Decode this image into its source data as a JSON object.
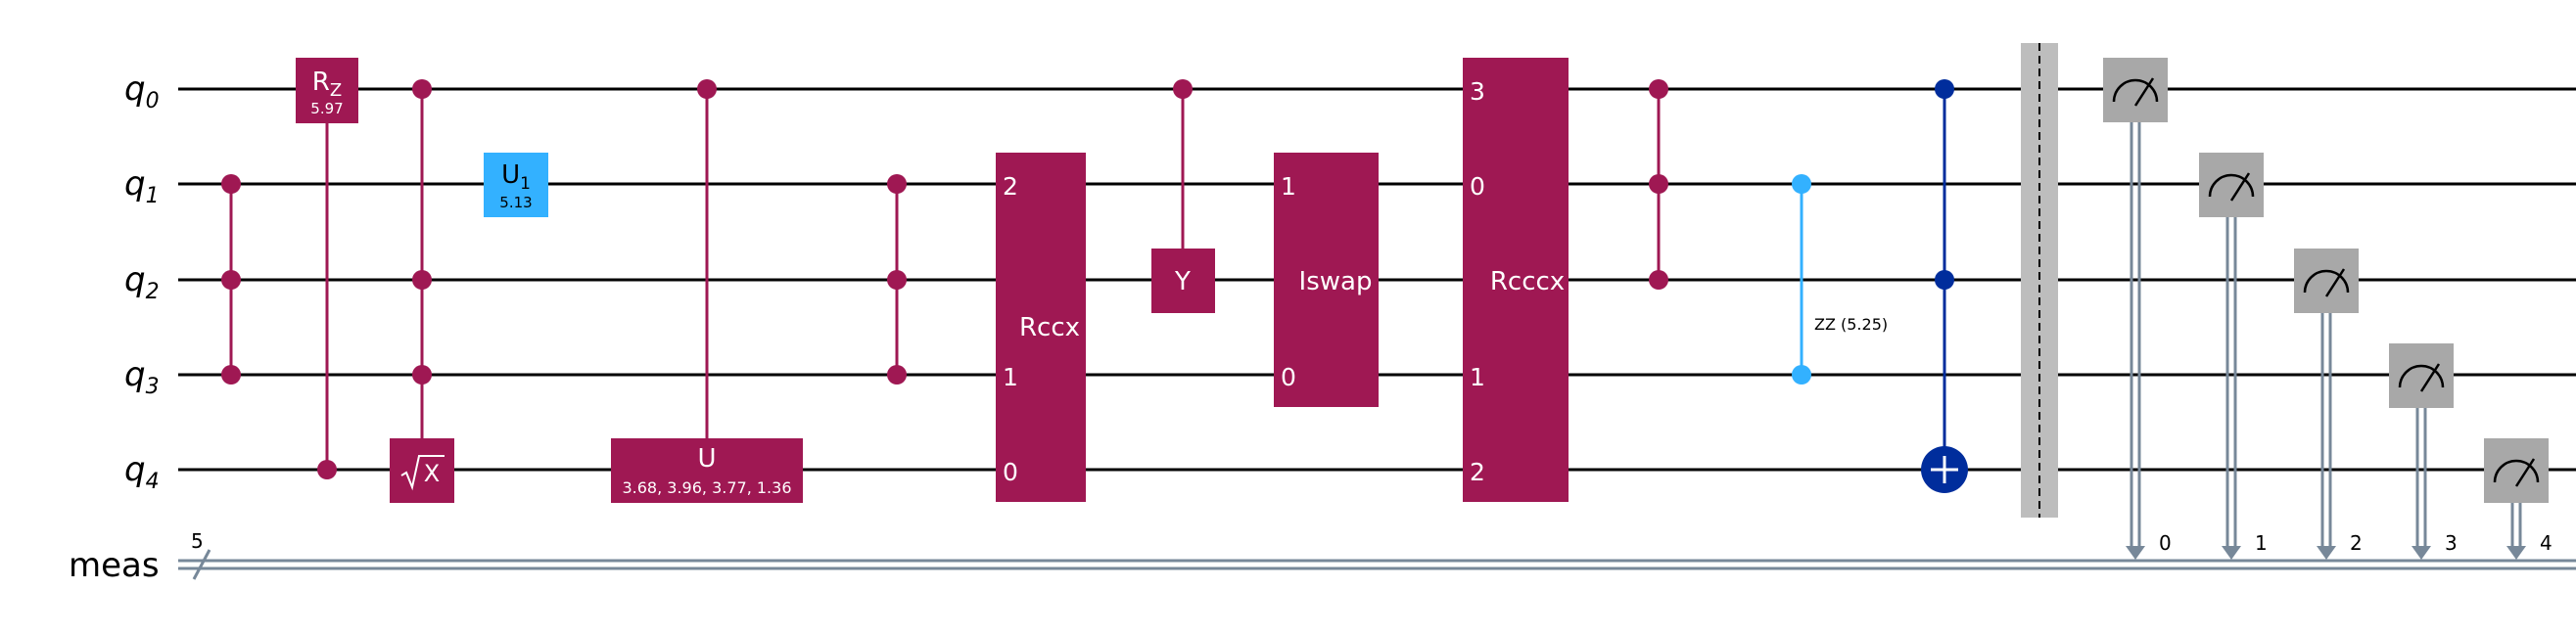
{
  "colors": {
    "gate": "#9f1853",
    "u1": "#33b1ff",
    "zz": "#33b1ff",
    "cx": "#002d9c",
    "measure": "#a8a8a8",
    "barrier": "#bdbdbd",
    "classical": "#778899",
    "wire": "#000000"
  },
  "qubits": [
    {
      "base": "q",
      "sub": "0"
    },
    {
      "base": "q",
      "sub": "1"
    },
    {
      "base": "q",
      "sub": "2"
    },
    {
      "base": "q",
      "sub": "3"
    },
    {
      "base": "q",
      "sub": "4"
    }
  ],
  "creg": {
    "name": "meas",
    "size": "5"
  },
  "gates": {
    "rz": {
      "label": "R",
      "sub": "Z",
      "param": "5.97"
    },
    "sx": {
      "label": "X",
      "icon": "sqrt-icon"
    },
    "u1": {
      "label": "U",
      "sub": "1",
      "param": "5.13"
    },
    "u": {
      "label": "U",
      "param": "3.68, 3.96, 3.77, 1.36"
    },
    "rccx": {
      "label": "Rccx",
      "pins": [
        "2",
        "1",
        "0"
      ]
    },
    "y": {
      "label": "Y"
    },
    "iswap": {
      "label": "Iswap",
      "pins": [
        "1",
        "0"
      ]
    },
    "rcccx": {
      "label": "Rcccx",
      "pins": [
        "3",
        "0",
        "1",
        "2"
      ]
    },
    "zz": {
      "label": "ZZ (5.25)"
    }
  },
  "measure_bits": [
    "0",
    "1",
    "2",
    "3",
    "4"
  ]
}
